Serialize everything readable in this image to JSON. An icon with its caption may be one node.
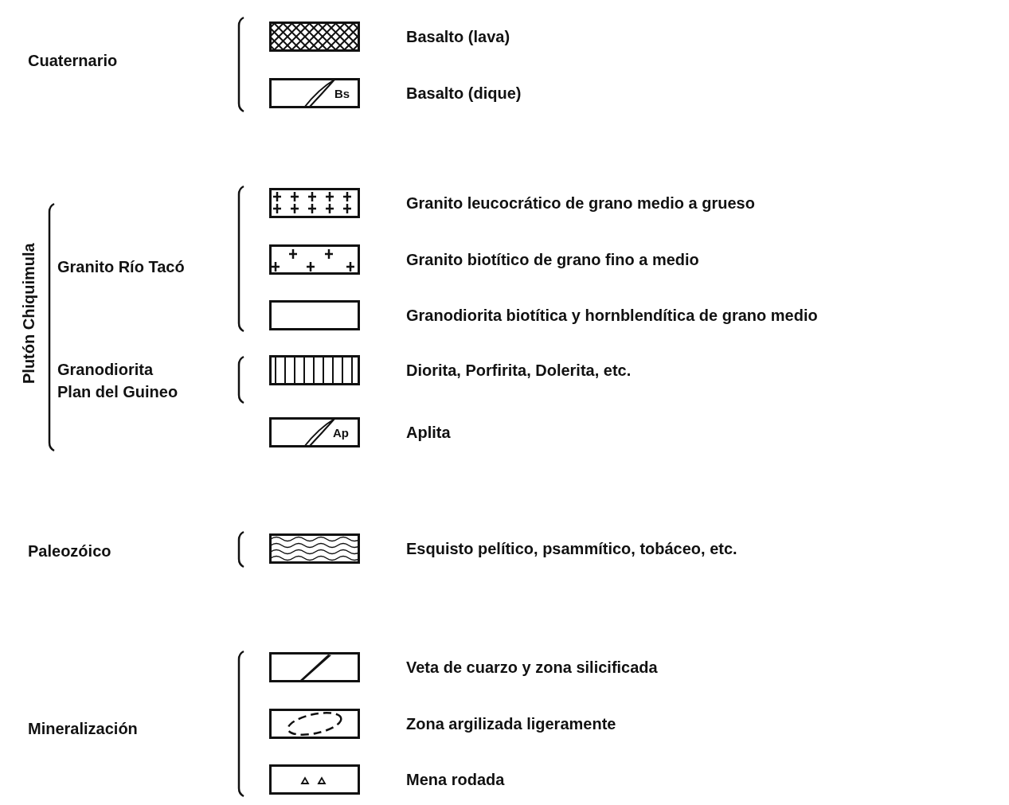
{
  "diagram": {
    "labels": [
      "Cuaternario",
      "Bs",
      "Plutón Chiquimula",
      "Granito Río Tacó",
      "Granodiorita Plan del Guineo",
      "Ap",
      "Paleozóico",
      "Mineralización"
    ],
    "legend": [
      {
        "text": "Basalto (lava)"
      },
      {
        "text": "Basalto (dique)"
      },
      {
        "text": "Granito leucocrático de grano medio a grueso"
      },
      {
        "text": "Granito biotítico de grano fino a medio"
      },
      {
        "text": "Granodiorita biotítica y hornblendítica de grano medio"
      },
      {
        "text": "Diorita, Porfirita, Dolerita, etc."
      },
      {
        "text": "Aplita"
      },
      {
        "text": "Esquisto pelítico, psammítico, tobáceo, etc."
      },
      {
        "text": "Veta de cuarzo y zona silicificada"
      },
      {
        "text": "Zona argilizada ligeramente"
      },
      {
        "text": "Mena rodada"
      }
    ]
  }
}
